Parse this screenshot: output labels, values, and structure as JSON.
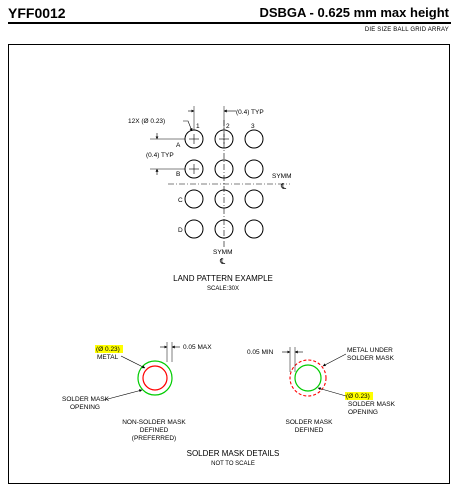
{
  "header": {
    "package_code": "YFF0012",
    "package_title": "DSBGA - 0.625 mm max height",
    "package_subtitle": "DIE SIZE BALL GRID ARRAY"
  },
  "land_pattern": {
    "ball_count_dim": "12X (Ø 0.23)",
    "pitch_top_dim": "(0.4) TYP",
    "pitch_side_dim": "(0.4) TYP",
    "columns": [
      "1",
      "2",
      "3"
    ],
    "rows": [
      "A",
      "B",
      "C",
      "D"
    ],
    "symm_right": "SYMM",
    "symm_right_mark": "℄",
    "symm_bottom": "SYMM",
    "symm_bottom_mark": "℄",
    "title": "LAND PATTERN EXAMPLE",
    "scale": "SCALE:30X"
  },
  "solder_mask": {
    "nsmd": {
      "metal_dim": "(Ø 0.23)",
      "metal_label": "METAL",
      "max_dim": "0.05 MAX",
      "opening_label_1": "SOLDER MASK",
      "opening_label_2": "OPENING",
      "type_1": "NON-SOLDER MASK",
      "type_2": "DEFINED",
      "type_3": "(PREFERRED)"
    },
    "smd": {
      "min_dim": "0.05 MIN",
      "metal_under_1": "METAL UNDER",
      "metal_under_2": "SOLDER MASK",
      "opening_dim": "(Ø 0.23)",
      "opening_label_1": "SOLDER MASK",
      "opening_label_2": "OPENING",
      "type_1": "SOLDER MASK",
      "type_2": "DEFINED"
    },
    "title": "SOLDER MASK DETAILS",
    "scale": "NOT TO SCALE"
  },
  "colors": {
    "highlight": "#ffff00",
    "metal_pad": "#ff0000",
    "solder_mask": "#00cc00"
  }
}
